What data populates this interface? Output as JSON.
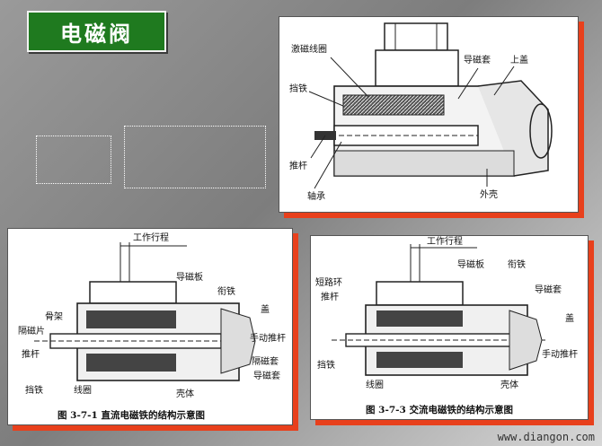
{
  "title": "电磁阀",
  "panel_top": {
    "labels": {
      "coil": "激磁线圈",
      "guide_sleeve": "导磁套",
      "top_cover": "上盖",
      "stop_iron": "挡铁",
      "push_rod": "推杆",
      "bearing": "轴承",
      "housing": "外壳"
    }
  },
  "panel_left": {
    "labels": {
      "stroke": "工作行程",
      "guide_plate": "导磁板",
      "armature": "衔铁",
      "frame": "骨架",
      "cover": "盖",
      "spacer": "隔磁片",
      "manual_rod": "手动推杆",
      "push_rod": "推杆",
      "magnetic_sleeve": "隔磁套",
      "guide_sleeve": "导磁套",
      "stop_iron": "挡铁",
      "coil": "线圈",
      "body": "壳体"
    },
    "caption": "图 3-7-1   直流电磁铁的结构示意图"
  },
  "panel_right": {
    "labels": {
      "stroke": "工作行程",
      "short_ring": "短路环",
      "guide_plate": "导磁板",
      "armature": "衔铁",
      "push_rod": "推杆",
      "guide_sleeve": "导磁套",
      "cover": "盖",
      "manual_rod": "手动推杆",
      "stop_iron": "挡铁",
      "coil": "线圈",
      "body": "壳体"
    },
    "caption": "图 3-7-3   交流电磁铁的结构示意图"
  },
  "watermark": "www.diangon.com"
}
